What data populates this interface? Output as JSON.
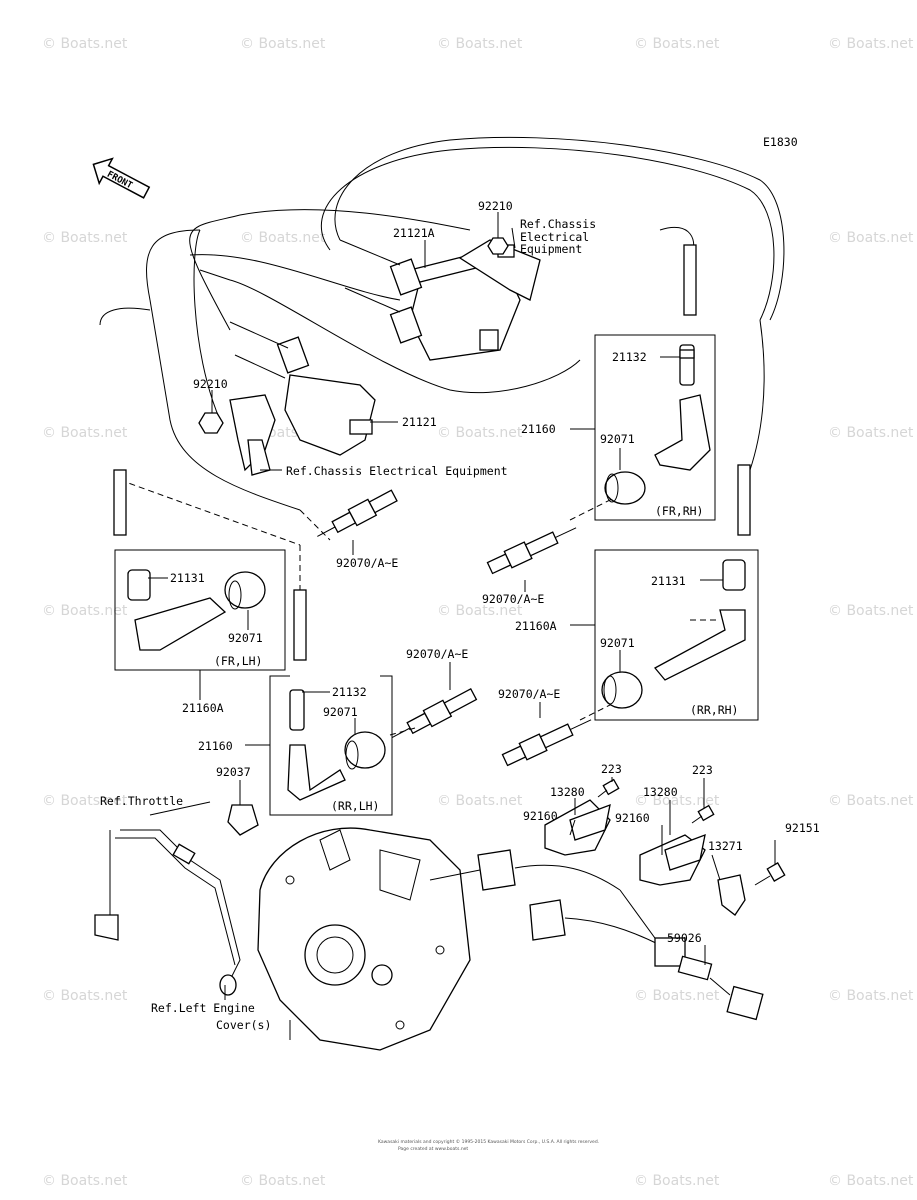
{
  "diagram_code": "E1830",
  "front_label": "FRONT",
  "watermark": "© Boats.net",
  "copyright": "Kawasaki materials and copyright © 1995-2015 Kawasaki Motors Corp., U.S.A. All rights reserved.",
  "copyright_line2": "Page created at www.boats.net",
  "labels": {
    "p92210_top": "92210",
    "ref_chassis_a": "Ref.Chassis",
    "ref_chassis_b": "Electrical",
    "ref_chassis_c": "Equipment",
    "p21121A": "21121A",
    "p92210_left": "92210",
    "p21121": "21121",
    "ref_chassis_full": "Ref.Chassis Electrical Equipment",
    "p21132_fr": "21132",
    "p21160_fr": "21160",
    "p92071_fr": "92071",
    "fr_rh": "(FR,RH)",
    "p92070_fr_left": "92070/A~E",
    "p92070_fr_right": "92070/A~E",
    "p21131_left": "21131",
    "p92071_left": "92071",
    "fr_lh": "(FR,LH)",
    "p21160A_left": "21160A",
    "p21131_right": "21131",
    "p21160A_right": "21160A",
    "p92071_right": "92071",
    "rr_rh": "(RR,RH)",
    "p92070_rr_left": "92070/A~E",
    "p92070_rr_right": "92070/A~E",
    "p21132_rr": "21132",
    "p92071_rr": "92071",
    "p21160_rr": "21160",
    "rr_lh": "(RR,LH)",
    "p92037": "92037",
    "ref_throttle": "Ref.Throttle",
    "p223_a": "223",
    "p13280_a": "13280",
    "p92160_a": "92160",
    "p223_b": "223",
    "p13280_b": "13280",
    "p92160_b": "92160",
    "p92151": "92151",
    "p13271": "13271",
    "p59026": "59026",
    "ref_left_engine_a": "Ref.Left Engine",
    "ref_left_engine_b": "Cover(s)"
  }
}
